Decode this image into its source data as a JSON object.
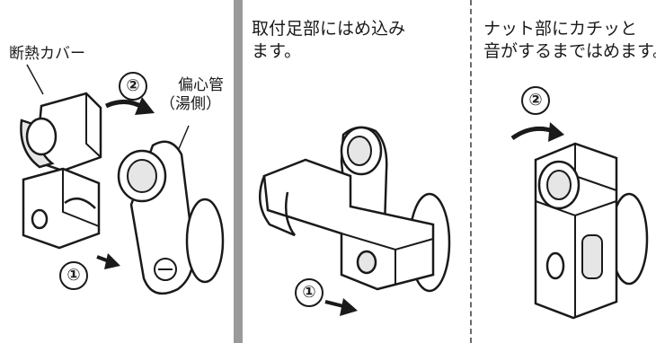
{
  "panel1": {
    "label_cover": "断熱カバー",
    "label_pipe": "偏心管",
    "label_pipe_sub": "（湯側）",
    "step1": "①",
    "step2": "②"
  },
  "panel2": {
    "instruction_line1": "取付足部にはめ込み",
    "instruction_line2": "ます。",
    "step1": "①"
  },
  "panel3": {
    "instruction_line1": "ナット部にカチッと",
    "instruction_line2": "音がするまではめます。",
    "step2": "②"
  },
  "colors": {
    "line": "#1a1a1a",
    "shade": "#d9d9d9",
    "divider": "#9a9a9a"
  }
}
